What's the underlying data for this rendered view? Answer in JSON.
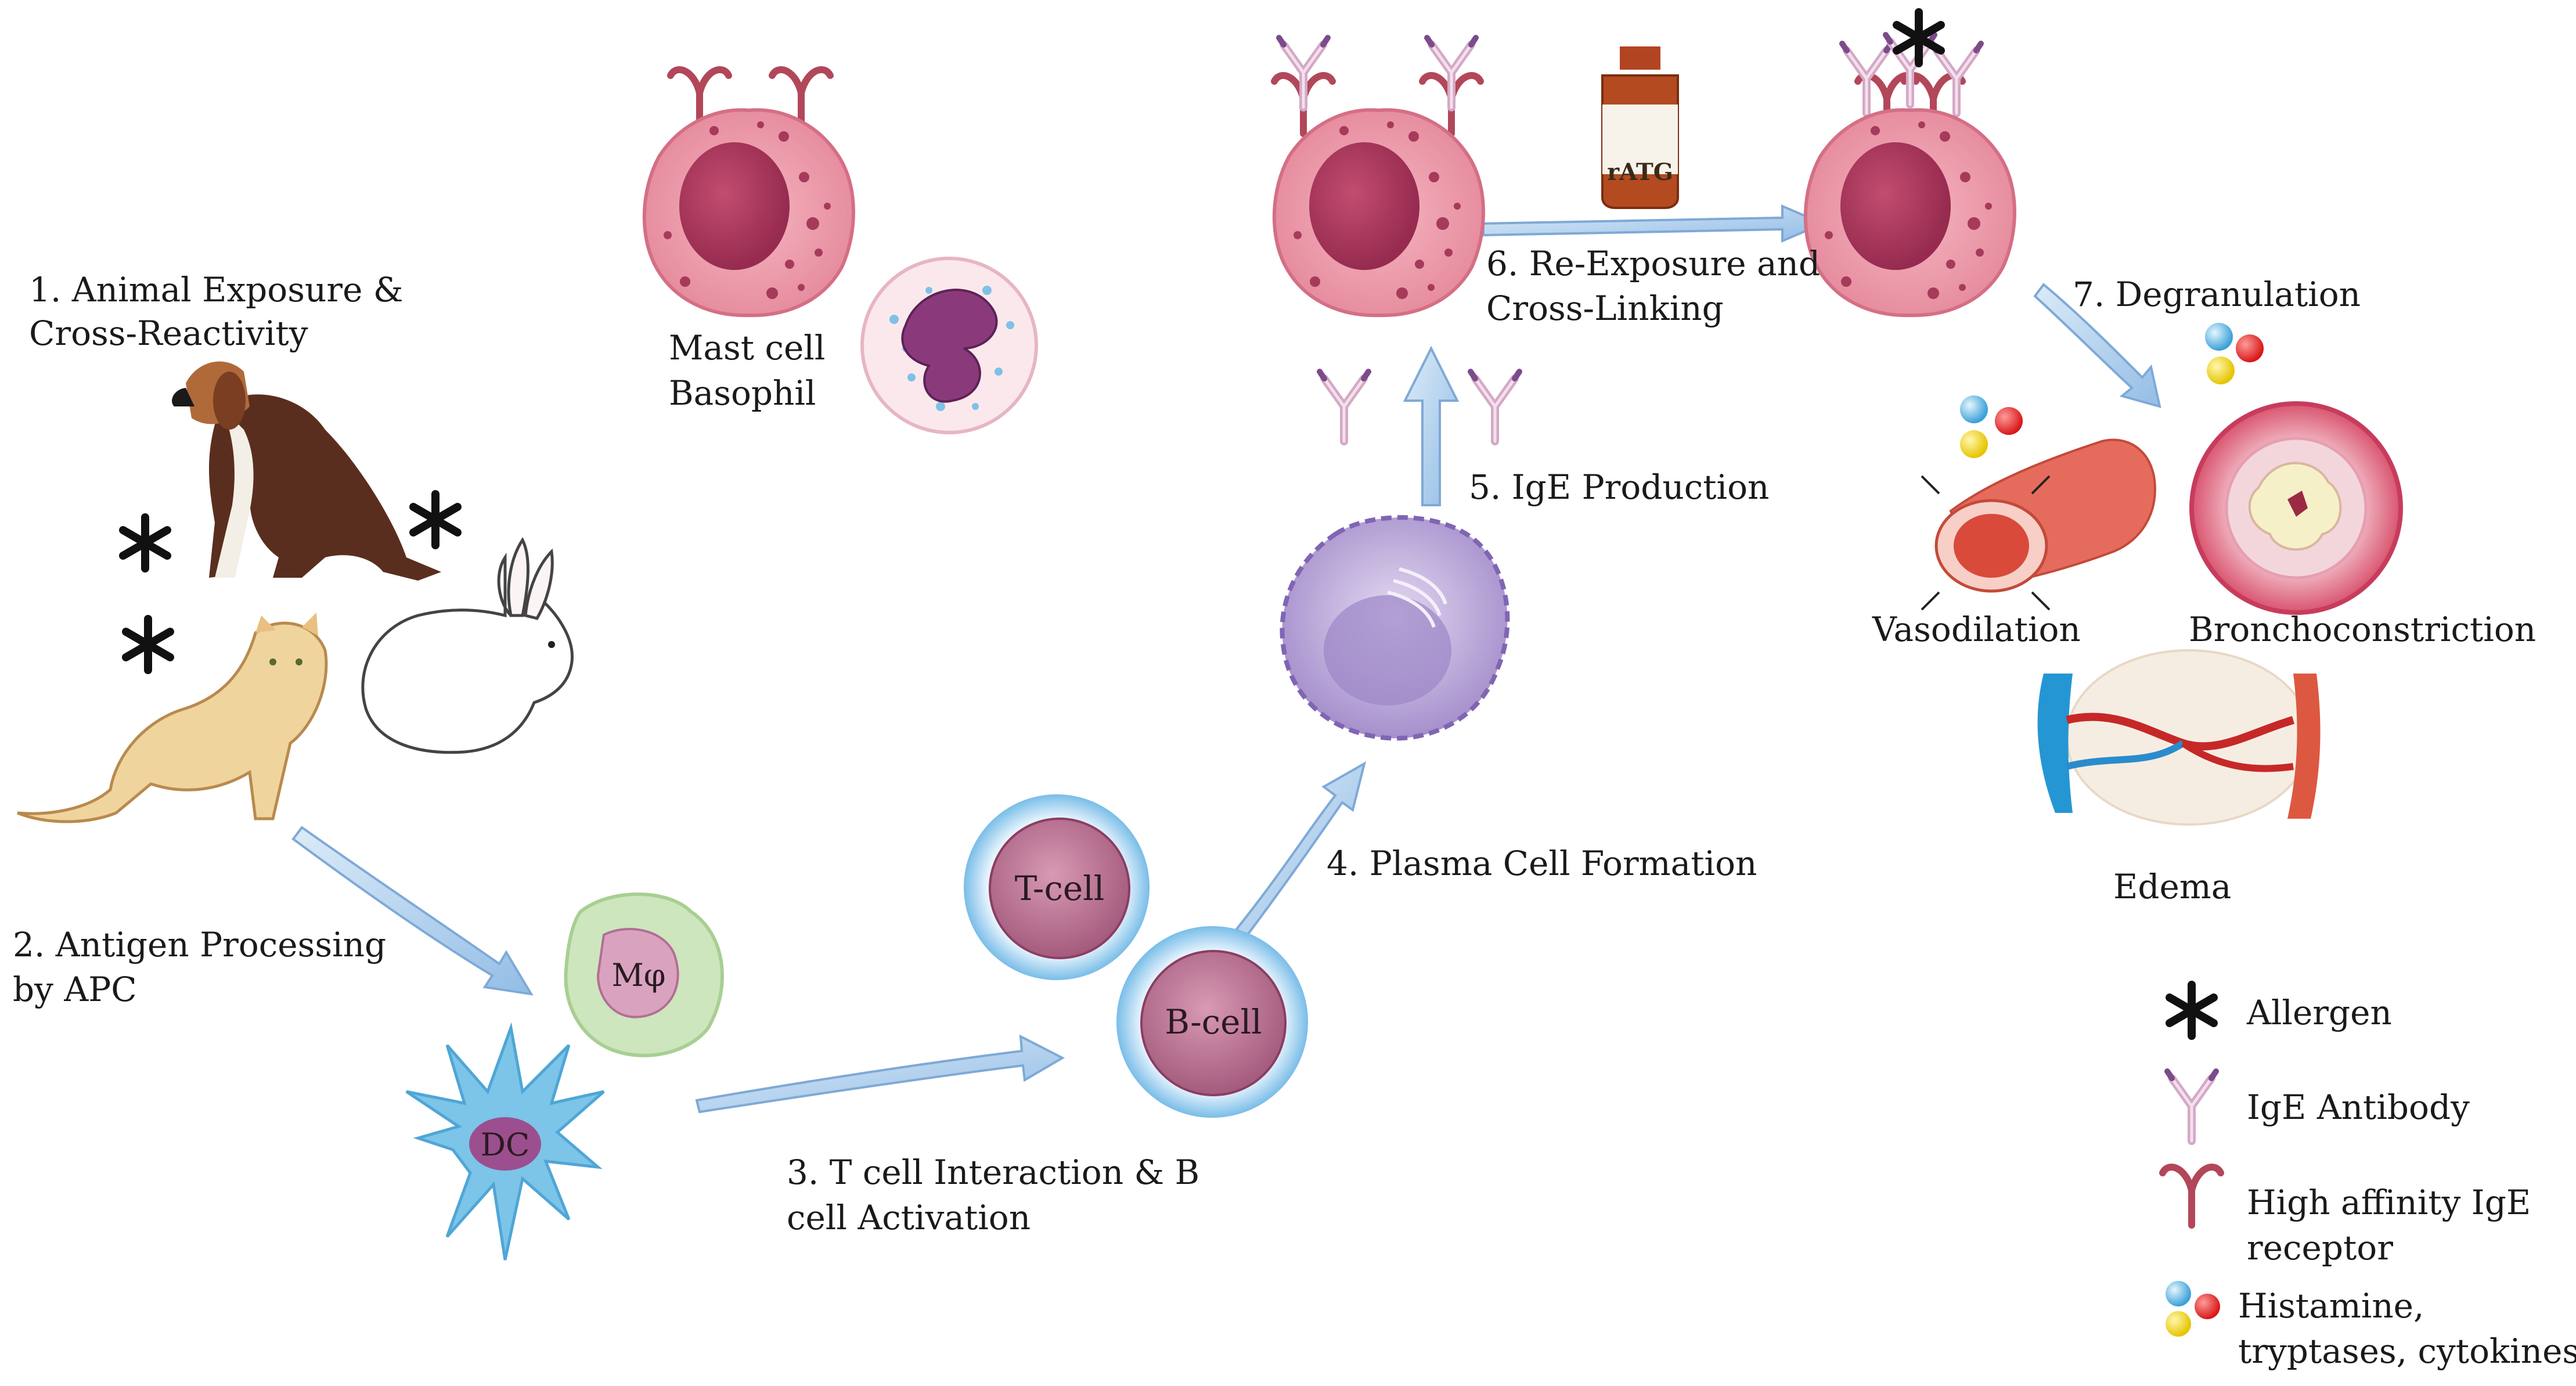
{
  "steps": {
    "s1": {
      "line1": "1. Animal Exposure &",
      "line2": "Cross-Reactivity"
    },
    "s2": {
      "line1": "2. Antigen Processing",
      "line2": "by APC"
    },
    "s3": {
      "line1": "3. T cell Interaction & B",
      "line2": "cell Activation"
    },
    "s4": "4. Plasma Cell Formation",
    "s5": "5. IgE Production",
    "s6": {
      "line1": "6. Re-Exposure and",
      "line2": "Cross-Linking"
    },
    "s7": "7. Degranulation"
  },
  "cells": {
    "mast_label": "Mast cell",
    "basophil_label": "Basophil",
    "macrophage": "Mφ",
    "dendritic": "DC",
    "tcell": "T-cell",
    "bcell": "B-cell",
    "drug_label": "rATG"
  },
  "effects": {
    "vasodilation": "Vasodilation",
    "bronchoconstriction": "Bronchoconstriction",
    "edema": "Edema"
  },
  "legend": {
    "allergen": "Allergen",
    "ige_antibody": "IgE Antibody",
    "receptor_line1": "High affinity IgE",
    "receptor_line2": "receptor",
    "mediators_line1": "Histamine,",
    "mediators_line2": "tryptases, cytokines"
  },
  "icons": [
    "asterisk-allergen-icon",
    "ige-antibody-icon",
    "ige-receptor-icon",
    "mediator-granules-icon",
    "dog-icon",
    "cat-icon",
    "rabbit-icon",
    "vial-icon"
  ],
  "colors": {
    "mast_cell": "#e88ea0",
    "nucleus": "#b03a5e",
    "arrow": "#a9c9ea",
    "tcell": "#b46a8a",
    "cell_ring": "#8ec8ee",
    "plasma": "#b7a2d6",
    "dendritic": "#7cc4e8",
    "macrophage": "#c8e2b8",
    "receptor": "#b2475a",
    "antibody": "#c999b8"
  }
}
